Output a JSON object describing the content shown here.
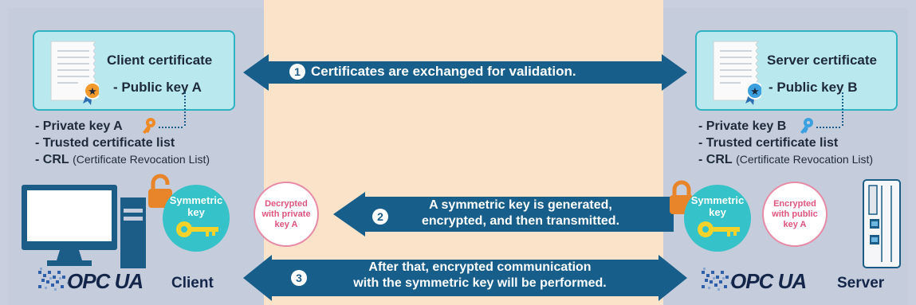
{
  "client": {
    "cert_title": "Client certificate",
    "cert_key": "- Public key A",
    "private_key": "- Private key A",
    "trusted": "- Trusted certificate list",
    "crl": "- CRL",
    "crl_detail": "(Certificate Revocation List)",
    "sym_line1": "Symmetric",
    "sym_line2": "key",
    "bubble_line1": "Decrypted",
    "bubble_line2": "with private",
    "bubble_line3": "key A",
    "logo": "OPC UA",
    "role": "Client"
  },
  "server": {
    "cert_title": "Server certificate",
    "cert_key": "- Public key B",
    "private_key": "- Private key B",
    "trusted": "- Trusted certificate list",
    "crl": "- CRL",
    "crl_detail": "(Certificate Revocation List)",
    "sym_line1": "Symmetric",
    "sym_line2": "key",
    "bubble_line1": "Encrypted",
    "bubble_line2": "with public",
    "bubble_line3": "key A",
    "logo": "OPC UA",
    "role": "Server"
  },
  "steps": [
    {
      "num": "1",
      "line1": "Certificates are exchanged for validation.",
      "line2": ""
    },
    {
      "num": "2",
      "line1": "A symmetric key is generated,",
      "line2": "encrypted, and then transmitted."
    },
    {
      "num": "3",
      "line1": "After that, encrypted communication",
      "line2": "with the symmetric key will be performed."
    }
  ],
  "colors": {
    "arrow": "#185e8a",
    "teal": "#35c2c8",
    "cert_bg": "#b9e9ee",
    "middle_bg": "#fbe3c9",
    "panel_bg": "#c5cddc",
    "lock": "#e8852a",
    "key_client": "#f08a24",
    "key_server": "#3aa0e0",
    "pink": "#e0557d"
  }
}
